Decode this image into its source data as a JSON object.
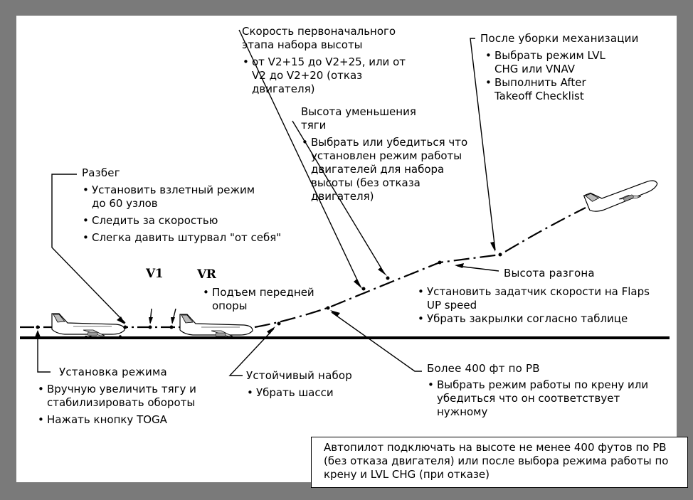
{
  "colors": {
    "frame": "#7a7a7a",
    "paper": "#ffffff",
    "ink": "#000000"
  },
  "speeds": {
    "v1": "V1",
    "vr": "VR"
  },
  "callouts": {
    "razbeg": {
      "title": "Разбег",
      "items": [
        "Установить взлетный режим до 60 узлов",
        "Следить за скоростью",
        "Слегка давить штурвал \"от себя\""
      ]
    },
    "initial_climb_speed": {
      "title": "Скорость первоначального этапа набора высоты",
      "items": [
        "от V2+15 до V2+25, или от V2 до V2+20 (отказ двигателя)"
      ]
    },
    "thrust_reduction": {
      "title": "Высота уменьшения тяги",
      "items": [
        "Выбрать или убедиться что установлен режим работы двигателей для набора высоты (без отказа двигателя)"
      ]
    },
    "after_flaps_up": {
      "title": "После уборки механизации",
      "items": [
        "Выбрать режим LVL CHG или VNAV",
        "Выполнить After Takeoff Checklist"
      ]
    },
    "nose_gear": {
      "items": [
        "Подъем передней опоры"
      ]
    },
    "acceleration": {
      "title": "Высота разгона",
      "items": [
        "Установить задатчик скорости на Flaps UP speed",
        "Убрать закрылки согласно таблице"
      ]
    },
    "thrust_set": {
      "title": "Установка режима",
      "items": [
        "Вручную увеличить тягу и стабилизировать обороты",
        "Нажать кнопку TOGA"
      ]
    },
    "positive_climb": {
      "title": "Устойчивый набор",
      "items": [
        "Убрать шасси"
      ]
    },
    "above_400": {
      "title": "Более 400 фт по РВ",
      "items": [
        "Выбрать режим работы по крену или убедиться что он соответствует нужному"
      ]
    }
  },
  "autopilot_note": "Автопилот подключать на высоте не менее 400 футов по РВ (без отказа двигателя) или после выбора режима работы по крену и LVL CHG (при отказе)"
}
